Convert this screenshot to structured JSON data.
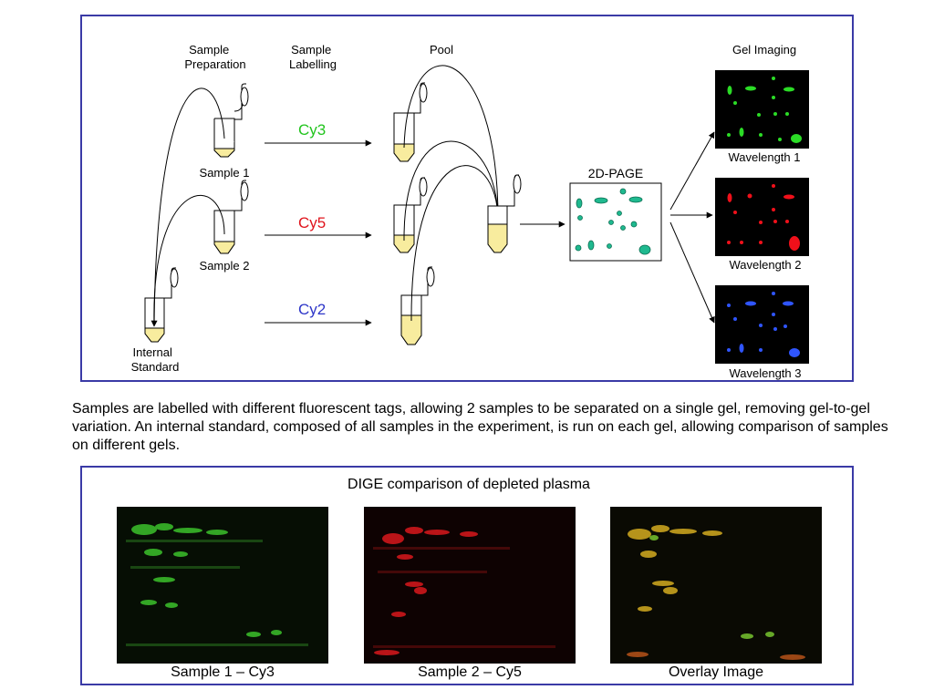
{
  "workflow": {
    "headers": {
      "sample_prep": [
        "Sample",
        "Preparation"
      ],
      "sample_labelling": [
        "Sample",
        "Labelling"
      ],
      "pool": "Pool",
      "gel_imaging": "Gel Imaging"
    },
    "samples": {
      "sample1": "Sample 1",
      "sample2": "Sample 2",
      "internal_standard": [
        "Internal",
        "Standard"
      ]
    },
    "dyes": [
      {
        "label": "Cy3",
        "color": "#22c41e"
      },
      {
        "label": "Cy5",
        "color": "#e0141c"
      },
      {
        "label": "Cy2",
        "color": "#2e36c8"
      }
    ],
    "page_gel_label": "2D-PAGE",
    "wavelengths": [
      "Wavelength 1",
      "Wavelength 2",
      "Wavelength 3"
    ],
    "colors": {
      "frame": "#3a3aa6",
      "tube_liquid": "#f8ec9e",
      "gel_spot": "#1fb98f",
      "wavelength_spots": [
        "#2bdc26",
        "#f0101a",
        "#2f55ff"
      ]
    }
  },
  "caption": "Samples are labelled with different fluorescent tags, allowing 2 samples to be separated on a single gel, removing gel-to-gel variation.  An internal standard, composed of all samples in the experiment, is run on each gel, allowing comparison of samples on different gels.",
  "comparison": {
    "title": "DIGE comparison of depleted plasma",
    "images": [
      "Sample 1 – Cy3",
      "Sample 2 – Cy5",
      "Overlay Image"
    ]
  }
}
